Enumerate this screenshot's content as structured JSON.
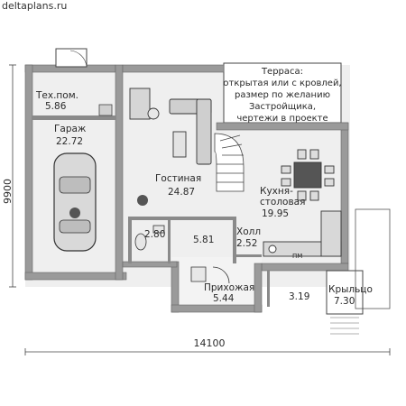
{
  "site": "deltaplans.ru",
  "dimensions": {
    "width": "14100",
    "height": "9900"
  },
  "terrace_note": [
    "Терраса:",
    "открытая или с кровлей,",
    "размер по желанию",
    "Застройщика,",
    "чертежи в проекте"
  ],
  "rooms": {
    "tech": {
      "name": "Тех.пом.",
      "area": "5.86"
    },
    "garage": {
      "name": "Гараж",
      "area": "22.72"
    },
    "living": {
      "name": "Гостиная",
      "area": "24.87"
    },
    "kitchen": {
      "name_line1": "Кухня-",
      "name_line2": "столовая",
      "area": "19.95"
    },
    "wc": {
      "area": "2.80"
    },
    "stair_hall": {
      "area": "5.81"
    },
    "hall": {
      "name": "Холл",
      "area": "2.52"
    },
    "entry": {
      "name": "Прихожая",
      "area": "5.44"
    },
    "vestibule": {
      "area": "3.19"
    },
    "porch": {
      "name": "Крыльцо",
      "area": "7.30"
    }
  },
  "appliance_labels": {
    "pm": "ПМ"
  },
  "colors": {
    "wall": "#9a9a9a",
    "wall_dark": "#6f6f6f",
    "floor": "#eeeeee",
    "line": "#555555"
  }
}
